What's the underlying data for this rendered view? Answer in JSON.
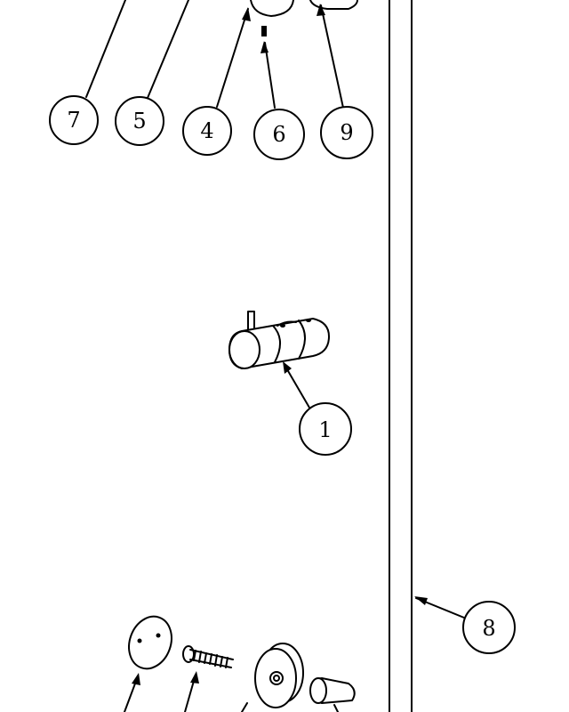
{
  "callouts": [
    {
      "id": "1",
      "label": "1"
    },
    {
      "id": "4",
      "label": "4"
    },
    {
      "id": "5",
      "label": "5"
    },
    {
      "id": "6",
      "label": "6"
    },
    {
      "id": "7",
      "label": "7"
    },
    {
      "id": "8",
      "label": "8"
    },
    {
      "id": "9",
      "label": "9"
    }
  ],
  "colors": {
    "ink": "#000000",
    "paper": "#ffffff"
  }
}
